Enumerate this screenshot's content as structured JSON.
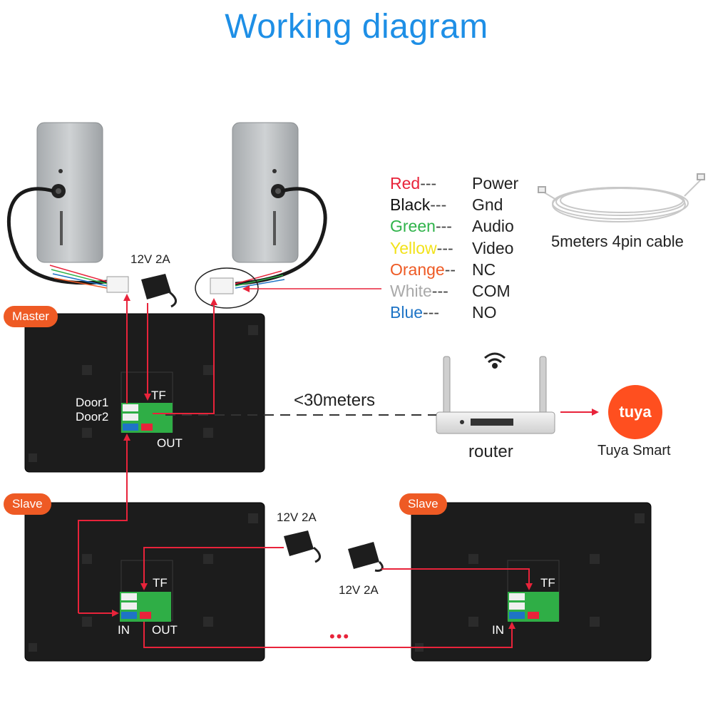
{
  "title": "Working diagram",
  "legend": [
    {
      "color_name": "Red",
      "dash": "---",
      "function": "Power",
      "color": "#e8233a"
    },
    {
      "color_name": "Black",
      "dash": "---",
      "function": "Gnd",
      "color": "#111111"
    },
    {
      "color_name": "Green",
      "dash": "---",
      "function": "Audio",
      "color": "#2fb34a"
    },
    {
      "color_name": "Yellow",
      "dash": "---",
      "function": "Video",
      "color": "#f2e21a"
    },
    {
      "color_name": "Orange",
      "dash": "--",
      "function": "NC",
      "color": "#ee5a24"
    },
    {
      "color_name": "White",
      "dash": "---",
      "function": "COM",
      "color": "#a9a9a9"
    },
    {
      "color_name": "Blue",
      "dash": "---",
      "function": "NO",
      "color": "#1e74c6"
    }
  ],
  "cable_label": "5meters 4pin cable",
  "power_labels": [
    "12V 2A",
    "12V 2A",
    "12V 2A"
  ],
  "monitors": {
    "master": "Master",
    "slave1": "Slave",
    "slave2": "Slave"
  },
  "ports": {
    "door1": "Door1",
    "door2": "Door2",
    "tf": "TF",
    "out": "OUT",
    "in": "IN"
  },
  "distance_label": "<30meters",
  "router_label": "router",
  "tuya_logo": "tuya",
  "tuya_label": "Tuya Smart",
  "ellipsis": "•••",
  "colors": {
    "title": "#1e8fe6",
    "wire_red": "#e8233a",
    "badge_orange": "#ee5a24",
    "monitor_black": "#1c1c1c",
    "doorbell_gray": "#b9bcbf"
  }
}
